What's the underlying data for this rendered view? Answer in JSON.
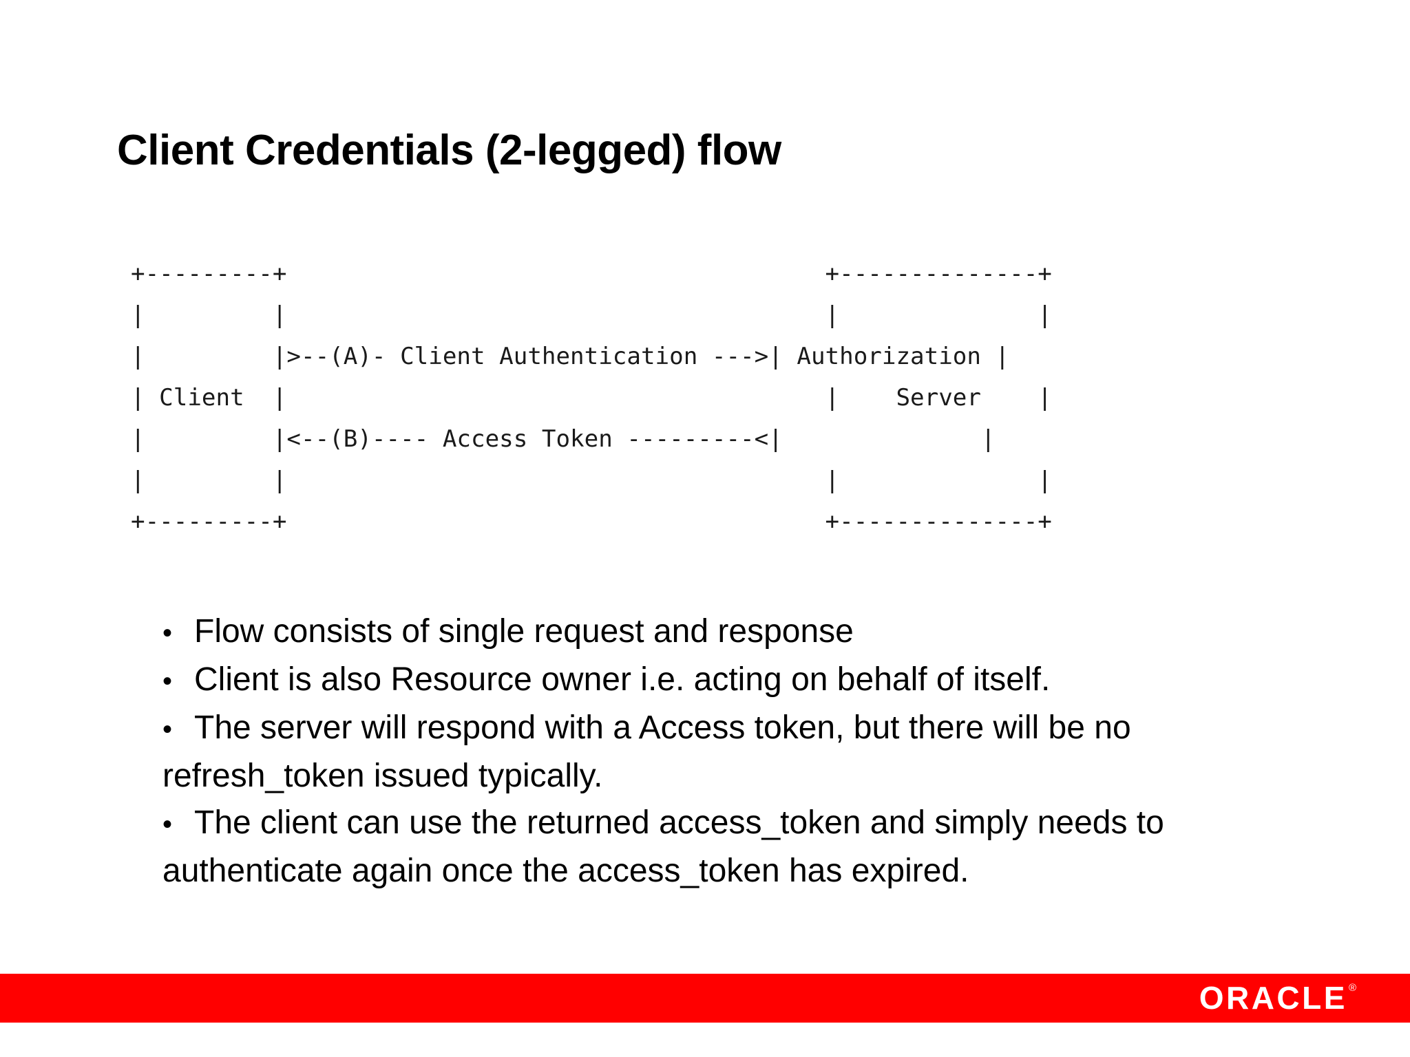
{
  "slide": {
    "title": "Client Credentials (2-legged) flow",
    "background_color": "#ffffff",
    "text_color": "#000000"
  },
  "diagram": {
    "kind": "ascii-art",
    "description": "OAuth 2.0 client credentials grant: Client box on the left, Authorization Server box on the right, two labelled arrows between them.",
    "ascii": "+---------+                                      +--------------+\n|         |                                      |              |\n|         |>--(A)- Client Authentication --->| Authorization |\n| Client  |                                      |    Server    |\n|         |<--(B)---- Access Token ---------<|              |\n|         |                                      |              |\n+---------+                                      +--------------+",
    "lines": [
      "+---------+                                  +--------------+",
      "|         |                                  |              |",
      "|         |>--(A)- Client Authentication --->| Authorization |",
      "| Client  |                                  |    Server    |",
      "|         |<--(B)---- Access Token ---------<|              |",
      "|         |                                  |              |",
      "+---------+                                  +--------------+"
    ],
    "nodes": [
      {
        "id": "client",
        "label": "Client"
      },
      {
        "id": "authorization-server",
        "label_line1": "Authorization",
        "label_line2": "Server"
      }
    ],
    "arrows": [
      {
        "step": "(A)",
        "label": "Client Authentication",
        "direction": "client-to-server",
        "glyph": ">--(A)- Client Authentication --->"
      },
      {
        "step": "(B)",
        "label": "Access Token",
        "direction": "server-to-client",
        "glyph": "<--(B)---- Access Token ---------<"
      }
    ]
  },
  "bullets": {
    "glyph": "•",
    "items": [
      "Flow consists of single request and response",
      "Client is also Resource owner i.e. acting on behalf of itself.",
      "The server will respond with a Access token, but there will be no refresh_token issued typically.",
      "The client can use the returned access_token and simply needs to authenticate again once the access_token has expired."
    ]
  },
  "footer": {
    "bar_color": "#ff0000",
    "logo_text": "ORACLE",
    "logo_trademark": "®",
    "logo_color": "#ffffff"
  }
}
